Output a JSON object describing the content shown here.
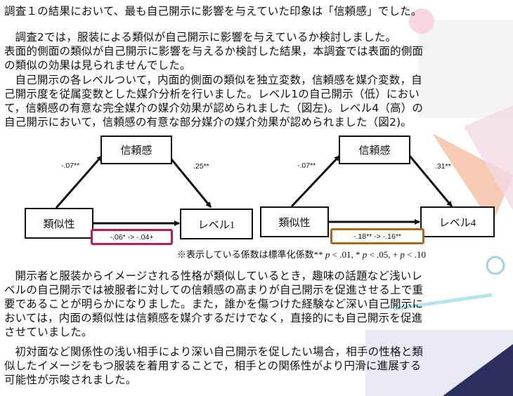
{
  "result_sentence": "調査１の結果において、最も自己開示に影響を与えていた印象は「信頼感」でした。",
  "study2_lines": [
    "調査2では，服装による類似が自己開示に影響を与えているか検討しました。",
    "表面的側面の類似が自己開示に影響を与えるか検討した結果，本調査では表面的側面",
    "の類似の効果は見られませんでした。"
  ],
  "mediation_lines": [
    "自己開示の各レベルついて，内面的側面の類似を独立変数，信頼感を媒介変数，自",
    "己開示度を従属変数とした媒介分析を行いました。レベル1の自己開示（低）におい",
    "て，信頼感の有意な完全媒介の媒介効果が認められました（図左)。レベル4（高）の",
    "自己開示において，信頼感の有意な部分媒介の媒介効果が認められました（図2)。"
  ],
  "diagrams": {
    "left": {
      "mediator": "信頼感",
      "predictor": "類似性",
      "outcome": "レベル1",
      "path_a": "-.07**",
      "path_b": ".25**",
      "indirect": "-.06*  ->  -.04+",
      "box_color": "#c2185b"
    },
    "right": {
      "mediator": "信頼感",
      "predictor": "類似性",
      "outcome": "レベル4",
      "path_a": "-.07**",
      "path_b": ".31**",
      "indirect": "-.18**  ->  -.16**",
      "box_color": "#b5651d"
    }
  },
  "note": {
    "prefix": "※表示している係数は標準化係数**",
    "p1": "p",
    "t1": " < .01, * ",
    "p2": "p",
    "t2": " < .05, + ",
    "p3": "p",
    "t3": " < .10"
  },
  "discussion_lines": [
    "開示者と服装からイメージされる性格が類似しているとき，趣味の話題など浅いレ",
    "ベルの自己開示では被服者に対しての信頼感の高まりが自己開示を促進させる上で重",
    "要であることが明らかになりました。また，誰かを傷つけた経験など深い自己開示に",
    "おいては，内面の類似性は信頼感を媒介するだけでなく，直接的にも自己開示を促進",
    "させていました。"
  ],
  "conclusion_lines": [
    "初対面など関係性の浅い相手により深い自己開示を促したい場合，相手の性格と類",
    "似したイメージをもつ服装を着用することで，相手との関係性がより円滑に進展する",
    "可能性が示唆されました。"
  ]
}
